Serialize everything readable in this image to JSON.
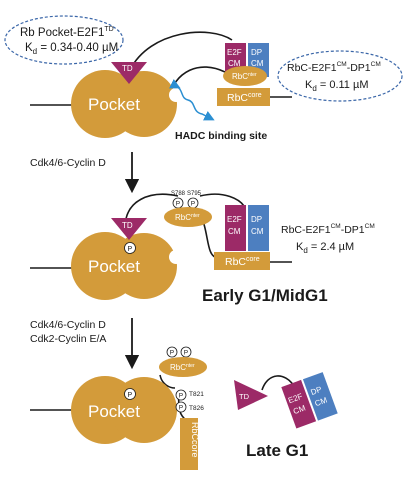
{
  "colors": {
    "pocket": "#d39b3a",
    "td": "#9c2a67",
    "e2f": "#9c2a67",
    "dp": "#4d7fc0",
    "hadc": "#2b8fd2",
    "text_dark": "#1a1a1a",
    "oval_border": "#3a66a8",
    "white": "#ffffff"
  },
  "stage1": {
    "callout_left": {
      "line1": "Rb Pocket-E2F1",
      "line1_sup": "TD",
      "line2": "K",
      "line2_sub": "d",
      "line2_rest": " = 0.34-0.40 µM"
    },
    "callout_right": {
      "line1": "RbC-E2F1",
      "line1_sup1": "CM",
      "line1_mid": "-DP1",
      "line1_sup2": "CM",
      "line2": "K",
      "line2_sub": "d",
      "line2_rest": " = 0.11 µM"
    },
    "pocket_label": "Pocket",
    "td_label": "TD",
    "e2f_line1": "E2F",
    "e2f_line2": "CM",
    "dp_line1": "DP",
    "dp_line2": "CM",
    "rbc_nter": "RbC",
    "rbc_nter_sup": "nter",
    "rbc_core": "RbC",
    "rbc_core_sup": "core",
    "hadc_label": "HADC binding site"
  },
  "arrow1_label": "Cdk4/6-Cyclin D",
  "stage2": {
    "pocket_label": "Pocket",
    "td_label": "TD",
    "phospho": "P",
    "site_s788": "S788",
    "site_s795": "S795",
    "rbc_nter": "RbC",
    "rbc_nter_sup": "nter",
    "rbc_core": "RbC",
    "rbc_core_sup": "core",
    "e2f_line1": "E2F",
    "e2f_line2": "CM",
    "dp_line1": "DP",
    "dp_line2": "CM",
    "label_line1": "RbC-E2F1",
    "label_sup1": "CM",
    "label_mid": "-DP1",
    "label_sup2": "CM",
    "kd": "K",
    "kd_sub": "d",
    "kd_rest": " = 2.4 µM",
    "phase": "Early G1/MidG1"
  },
  "arrow2_label_line1": "Cdk4/6-Cyclin D",
  "arrow2_label_line2": "Cdk2-Cyclin E/A",
  "stage3": {
    "pocket_label": "Pocket",
    "td_label": "TD",
    "phospho": "P",
    "site_t821": "T821",
    "site_t826": "T826",
    "rbc_nter": "RbC",
    "rbc_nter_sup": "nter",
    "rbc_core_vertical": "RbCcore",
    "e2f_line1": "E2F",
    "e2f_line2": "CM",
    "dp_line1": "DP",
    "dp_line2": "CM",
    "phase": "Late G1"
  }
}
